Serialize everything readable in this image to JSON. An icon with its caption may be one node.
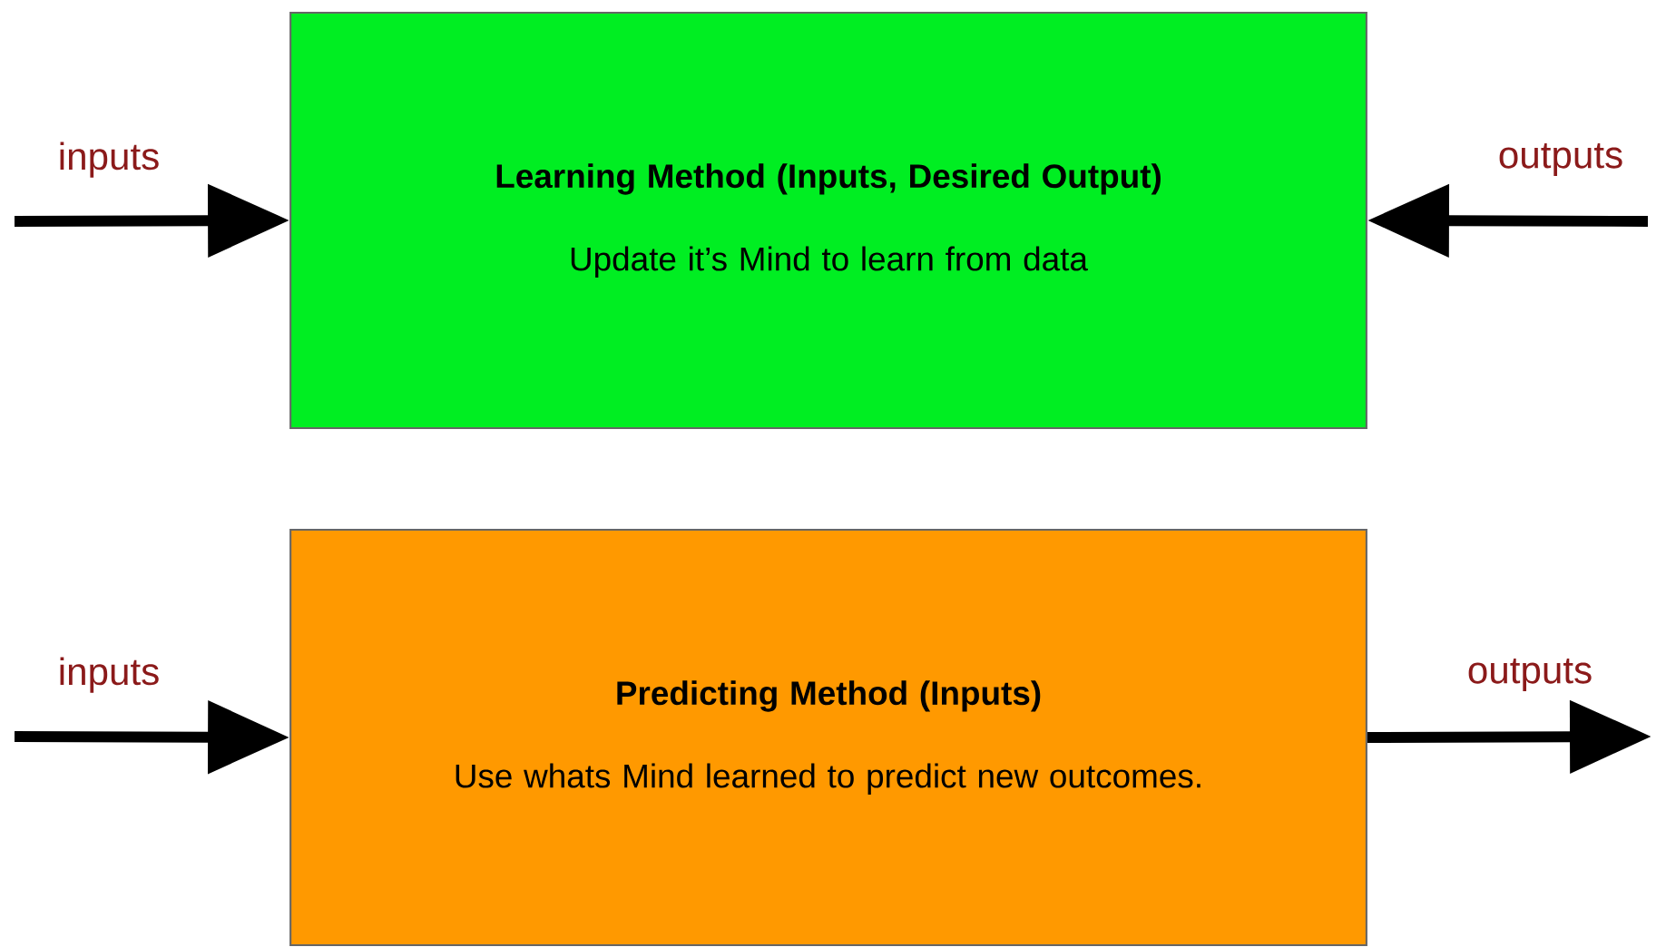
{
  "diagram": {
    "nodes": [
      {
        "text": [
          "Learning Method (Inputs, Desired Output)",
          "Update it’s Mind to learn from data"
        ]
      },
      {
        "text": [
          "Predicting Method (Inputs)",
          "Use whats Mind learned to predict new outcomes."
        ]
      }
    ],
    "edges": [
      {
        "from": null,
        "to": 0,
        "arrow": "to",
        "label": "inputs"
      },
      {
        "from": null,
        "to": 0,
        "arrow": "to",
        "label": "outputs"
      },
      {
        "from": null,
        "to": 1,
        "arrow": "to",
        "label": "inputs"
      },
      {
        "from": 1,
        "to": null,
        "arrow": "to",
        "label": "outputs"
      }
    ]
  }
}
